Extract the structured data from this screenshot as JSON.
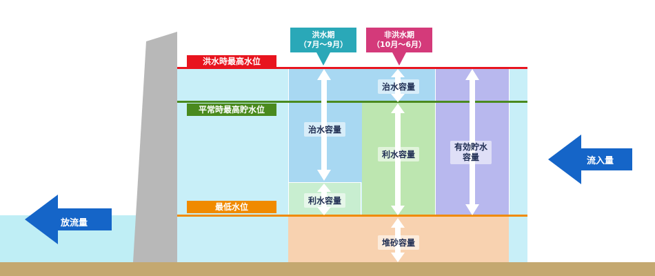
{
  "levels": {
    "flood_max": "洪水時最高水位",
    "normal_max": "平常時最高貯水位",
    "min": "最低水位"
  },
  "periods": {
    "flood": {
      "name": "洪水期",
      "range": "（7月～9月）"
    },
    "non_flood": {
      "name": "非洪水期",
      "range": "（10月～6月）"
    }
  },
  "capacities": {
    "flood_control_flood": "治水容量",
    "utility_flood": "利水容量",
    "flood_control_nonflood": "治水容量",
    "utility_nonflood": "利水容量",
    "effective_line1": "有効貯水",
    "effective_line2": "容量",
    "sediment": "堆砂容量"
  },
  "flows": {
    "outflow": "放流量",
    "inflow": "流入量"
  },
  "colors": {
    "flood_line": "#e8141e",
    "normal_line": "#4a8a1e",
    "min_line": "#f08a00",
    "flood_tag": "#2aa8b8",
    "nonflood_tag": "#d43a7a",
    "arrow_blue": "#1565c8"
  }
}
